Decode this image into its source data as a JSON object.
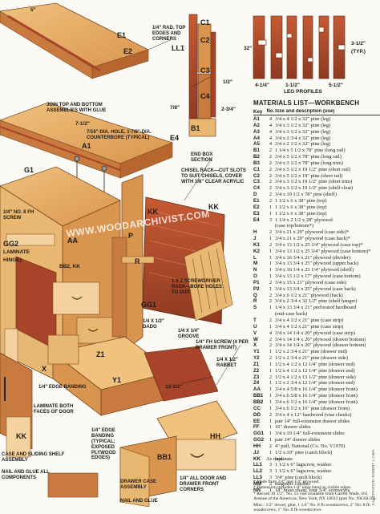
{
  "colors": {
    "wood_light": "#e8b872",
    "wood_mid": "#d99a55",
    "wood_dark": "#b8662f",
    "wood_red": "#a8442a",
    "background": "#fbfaf4",
    "text": "#1a1a1a"
  },
  "drawing": {
    "top_labels": {
      "dim_5": "5\"",
      "e1": "E1",
      "e2": "E2",
      "a1": "A1",
      "top_note": "1/4\" RAD. TOP EDGES AND CORNERS",
      "join_top": "JOIN TOP AND BOTTOM ASSEMBLIES WITH GLUE"
    },
    "end_box": {
      "ll1": "LL1",
      "c1": "C1",
      "c2": "C2",
      "c3": "C3",
      "c4": "C4",
      "half": "1/2\"",
      "dim_78": "7/8\"",
      "dim_234": "2-3/4\"",
      "b1": "B1",
      "title": "END BOX SECTION"
    },
    "leg_profiles": {
      "dim_32": "32\"",
      "dim_312": "3-1/2\"",
      "typ": "(TYP.)",
      "dim_414": "4-1/4\"",
      "dim_112": "1-1/2\"",
      "dim_512": "5-1/2\"",
      "title": "LEG PROFILES"
    },
    "mid_labels": {
      "dim_712": "7-1/2\"",
      "hole_note": "7/16\"-DIA. HOLE, 1-7/8\"-DIA. COUNTERBORE (TYPICAL)",
      "g1": "G1",
      "e4": "E4",
      "chisel_note": "CHISEL RACK—CUT SLOTS TO SUIT CHISELS, COVER WITH 1/8\" CLEAR ACRYLIC",
      "kk1": "KK",
      "kk2": "KK",
      "aa": "AA",
      "bb2": "BB2, KK",
      "fh8": "1/4\" NO. 8 FH SCREW",
      "gg2": "GG2",
      "laminate": "LAMINATE",
      "hinge": "HINGE)",
      "screwdriver_note": "1 X 2 SCREWDRIVER RACK—BORE HOLES TO SUIT",
      "p": "P",
      "r": "R",
      "gg1": "GG1",
      "dado_label": "1/4 X 1/2\" DADO",
      "z1": "Z1",
      "y1": "Y1",
      "dim_1212": "12-1/2\"",
      "x": "X",
      "groove_note": "1/4 X 1/4\" GROOVE",
      "fh_note": "1/4\" FH SCREW (4 PER DRAWER FRONT)",
      "rabbet_note": "1/4 X 1/2\" RABBET"
    },
    "bottom_labels": {
      "edge_banding": "1/4\" EDGE BANDING",
      "laminate_glue": "LAMINATE BOTH FACES OF DOOR",
      "kk3": "KK",
      "sliding": "CASE AND SLIDING SHELF ASSEMBLY",
      "nail_glue": "NAIL AND GLUE ALL COMPONENTS",
      "banding2": "1/4\" EDGE BANDING (TYPICAL; EXPOSED PLYWOOD EDGES)",
      "bb1": "BB1",
      "door_corners": "1/4\" ALL DOOR AND DRAWER FRONT CORNERS",
      "drawer_case": "DRAWER CASE ASSEMBLY",
      "drawer_nail": "NAIL AND GLUE",
      "hh": "HH"
    }
  },
  "watermark": "WWW.WOODARCHIVIST.COM",
  "materials": {
    "title": "MATERIALS LIST—WORKBENCH",
    "headers": [
      "Key",
      "No.",
      "Size and description (use)"
    ],
    "rows": [
      [
        "A1",
        "4",
        "3/4 x 4 1/2 x 32\" pine (leg)"
      ],
      [
        "A2",
        "4",
        "3/4 x 3 1/2 x 32\" pine (leg)"
      ],
      [
        "A3",
        "4",
        "3/4 x 3 1/2 x 32\" pine (leg)"
      ],
      [
        "A4",
        "4",
        "3/4 x 2 3/4 x 32\" pine (leg)"
      ],
      [
        "A5",
        "4",
        "3/4 x 2 1/2 x 32\" pine (leg)"
      ],
      [
        "B1",
        "2",
        "1 1/4 x 5 1/2 x 78\" pine (long rail)"
      ],
      [
        "B2",
        "2",
        "3/4 x 5 1/2 x 78\" pine (long rail)"
      ],
      [
        "B3",
        "2",
        "3/4 x 3 1/2 x 78\" pine (long trim)"
      ],
      [
        "C1",
        "2",
        "3/4 x 5 1/2 x 19 1/2\" pine (short rail)"
      ],
      [
        "C2",
        "2",
        "3/4 x 5 1/2 x 19\" pine (short rail)"
      ],
      [
        "C3",
        "2",
        "3/4 x 3 1/2 x 19 1/2\" pine (short trim)"
      ],
      [
        "C4",
        "2",
        "3/4 x 3 1/2 x 19 1/2\" pine (shelf cleat)"
      ],
      [
        "D",
        "2",
        "3/4 x 19 1/2 x 78\" pine (shelf)"
      ],
      [
        "E1",
        "2",
        "1 1/2 x 6 x 38\" pine (top)"
      ],
      [
        "E2",
        "1",
        "1 1/2 x 6 x 38\" pine (top)"
      ],
      [
        "E3",
        "1",
        "1 1/2 x 6 x 38\" pine (top)"
      ],
      [
        "E4",
        "3",
        "1 1/4 x 2 1/2 x 28\" plywood"
      ],
      [
        "",
        "",
        "(case top/bottom*)"
      ],
      [
        "H",
        "2",
        "3/4 x 21 x 29\" plywood (case side)*"
      ],
      [
        "J",
        "1",
        "3/4 x 21 x 29\" plywood (case back)*"
      ],
      [
        "K1",
        "2",
        "3/4 x 13 1/2 x 25 3/4\" plywood (case top)*"
      ],
      [
        "K2",
        "1",
        "3/4 x 13 1/2 x 25 3/4\" plywood (case bottom)*"
      ],
      [
        "L",
        "1",
        "3/4 x 16 3/4 x 21\" plywood (divider)"
      ],
      [
        "M",
        "1",
        "3/4 x 13 3/4 x 25\" plywood (upper back)"
      ],
      [
        "N",
        "1",
        "3/4 x 16 1/4 x 23 1/4\" plywood (shelf)"
      ],
      [
        "O",
        "1",
        "3/4 x 13 1/2 x 17\" plywood (case bottom)"
      ],
      [
        "P1",
        "2",
        "3/4 x 15 x 21\" plywood (case side)"
      ],
      [
        "P2",
        "1",
        "3/4 x 13 3/4 x 25\" plywood (case back)"
      ],
      [
        "Q",
        "2",
        "3/4 x 6 1/2 x 21\" plywood (back)"
      ],
      [
        "R",
        "2",
        "3/4 x 2 3/4 x 32 1/2\" pine (shelf hanger)"
      ],
      [
        "S",
        "1",
        "1/4 x 13 3/4 x 21\" perforated hardboard"
      ],
      [
        "",
        "",
        "(end-case back)"
      ],
      [
        "T",
        "2",
        "3/4 x 4 1/2 x 21\" pine (case strip)"
      ],
      [
        "U",
        "1",
        "3/4 x 4 1/2 x 21\" pine (case strip)"
      ],
      [
        "V",
        "4",
        "3/4 x 14 1/4 x 20\" plywood (case strip)"
      ],
      [
        "W",
        "2",
        "3/4 x 14 1/4 x 20\" plywood (drawer bottom)"
      ],
      [
        "X",
        "2",
        "3/4 x 14 1/4 x 20\" plywood (drawer bottom)"
      ],
      [
        "Y1",
        "1",
        "1/2 x 2 3/4 x 21\" pine (drawer end)"
      ],
      [
        "Y2",
        "2",
        "1/2 x 2 3/4 x 21\" pine (drawer side)"
      ],
      [
        "Z1",
        "1",
        "1/2 x 4 1/2 x 12 1/4\" pine (drawer end)"
      ],
      [
        "Z2",
        "1",
        "1/2 x 4 1/2 x 12 1/4\" pine (drawer end)"
      ],
      [
        "Z3",
        "2",
        "1/2 x 4 1/2 x 13 1/2\" pine (drawer side)"
      ],
      [
        "Z4",
        "1",
        "1/2 x 2 3/4 x 12 1/4\" pine (drawer end)"
      ],
      [
        "AA",
        "1",
        "3/4 x 4 5/8 x 16 1/4\" pine (drawer front)"
      ],
      [
        "BB1",
        "1",
        "3/4 x 6 5/8 x 16 1/4\" pine (drawer front)"
      ],
      [
        "BB2",
        "1",
        "3/4 x 6 1/2 x 16 1/4\" pine (drawer front)"
      ],
      [
        "CC",
        "1",
        "3/4 x 6 1/2 x 16\" pine (drawer front)"
      ],
      [
        "DD",
        "2",
        "3/4 x 4 x 12\" hardwood (vise cheeks)"
      ],
      [
        "EE",
        "1",
        "pair 14\" full-extension drawer slides"
      ],
      [
        "FF",
        "1",
        "16\" drawer slides"
      ],
      [
        "GG1",
        "1",
        "3/4 x 19 1/4\" full-extension slides"
      ],
      [
        "GG2",
        "1",
        "pair 14\" drawer slides"
      ],
      [
        "HH",
        "2",
        "4\" pull, National (Co. No. V1970)"
      ],
      [
        "JJ",
        "1",
        "1/2 x 19\" pine (catch block)"
      ],
      [
        "KK",
        "As reqd.",
        "laminate"
      ],
      [
        "LL1",
        "3",
        "1 1/2 x 6\" lagscrew, washer"
      ],
      [
        "LL2",
        "3",
        "1 1/2 x 6\" lagscrew, washer"
      ],
      [
        "LL3",
        "3",
        "3/4\" pine (catch block)"
      ],
      [
        "MM",
        "2",
        "magnetic catches"
      ],
      [
        "NN",
        "1",
        "18\" brass chain, four 3/4\" screweyes"
      ]
    ],
    "notes": [
      "* Made from 3/4\" and 1/4\" plywood.",
      "* Dimension includes 1/4\" edge band on visible edges.",
      "* Record 10 1/2\", No. 53 vise available from Garrett Wade, 161 Avenue of the Americas, New York, NY 10013 (part No. 10G04.01).",
      "Misc.: 1/2\" dowel, glue, 1 1/4\" No. 8 fh woodscrews, 2\" No. 8 fh woodscrews, 1\" No. 8 fh woodscrews."
    ]
  },
  "credit": "ILLUSTRATION: ROBERT J. LIMA"
}
